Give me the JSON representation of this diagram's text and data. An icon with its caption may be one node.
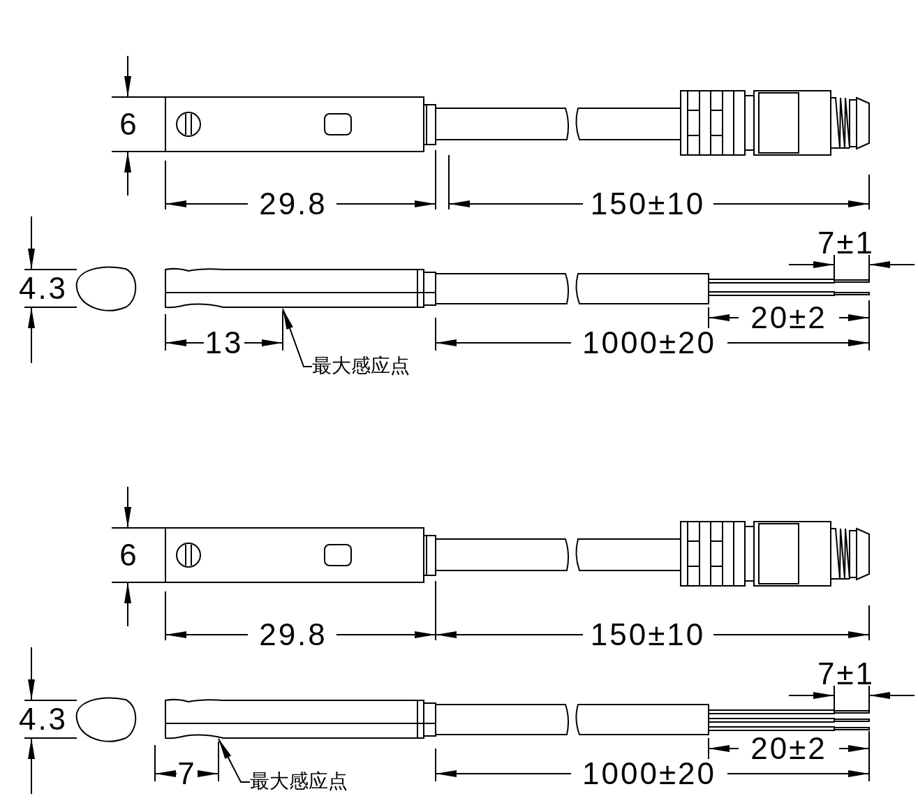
{
  "diagram": {
    "nodes": [
      {
        "text": [],
        "shape": "picture"
      },
      {
        "text": [
          "最大感应点"
        ]
      },
      {
        "text": [],
        "shape": "picture"
      },
      {
        "text": [
          "最大感应点"
        ]
      }
    ],
    "edges": [
      {
        "from": 1,
        "to": 0,
        "arrow": "to"
      },
      {
        "from": 3,
        "to": 2,
        "arrow": "to"
      }
    ],
    "labels": [
      "6",
      "29.8",
      "150±10",
      "4.3",
      "7±1",
      "20±2",
      "13",
      "1000±20",
      "6",
      "29.8",
      "150±10",
      "4.3",
      "7±1",
      "20±2",
      "7",
      "1000±20"
    ]
  }
}
